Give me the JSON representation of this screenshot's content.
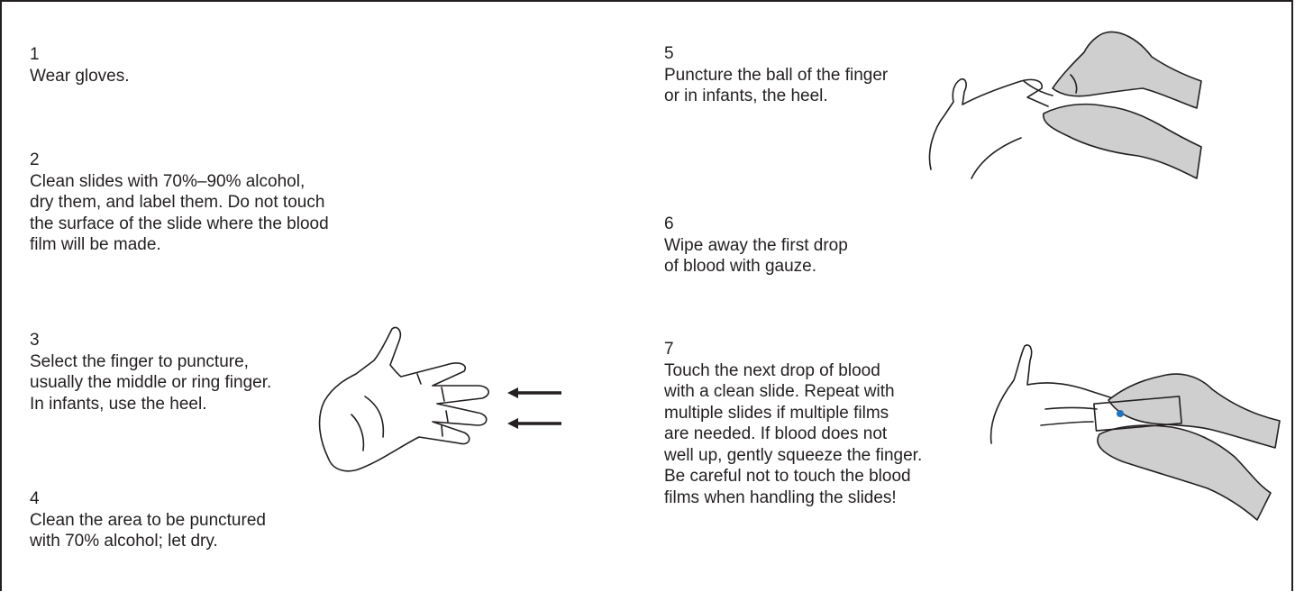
{
  "steps": [
    {
      "number": "1",
      "text": "Wear gloves."
    },
    {
      "number": "2",
      "text": "Clean slides with 70%–90% alcohol,\ndry them, and label them. Do not touch\nthe surface of the slide where the blood\nfilm will be made."
    },
    {
      "number": "3",
      "text": "Select the finger to puncture,\nusually the middle or ring finger.\nIn infants, use the heel."
    },
    {
      "number": "4",
      "text": "Clean the area to be punctured\nwith 70% alcohol; let dry."
    },
    {
      "number": "5",
      "text": "Puncture the ball of the finger\nor in infants, the heel."
    },
    {
      "number": "6",
      "text": "Wipe away the first drop\nof blood with gauze."
    },
    {
      "number": "7",
      "text": "Touch the next drop of blood\nwith a clean slide. Repeat with\nmultiple slides if multiple films\nare needed. If blood does not\nwell up, gently squeeze the finger.\nBe careful not to touch the blood\nfilms when handling the slides!"
    }
  ],
  "colors": {
    "ink": "#231f20",
    "glove": "#cfcfd0",
    "blood_drop": "#1e73be"
  },
  "figures": [
    "open-hand-with-arrows-icon",
    "gloved-hands-puncture-finger-icon",
    "gloved-hands-slide-touch-icon"
  ]
}
